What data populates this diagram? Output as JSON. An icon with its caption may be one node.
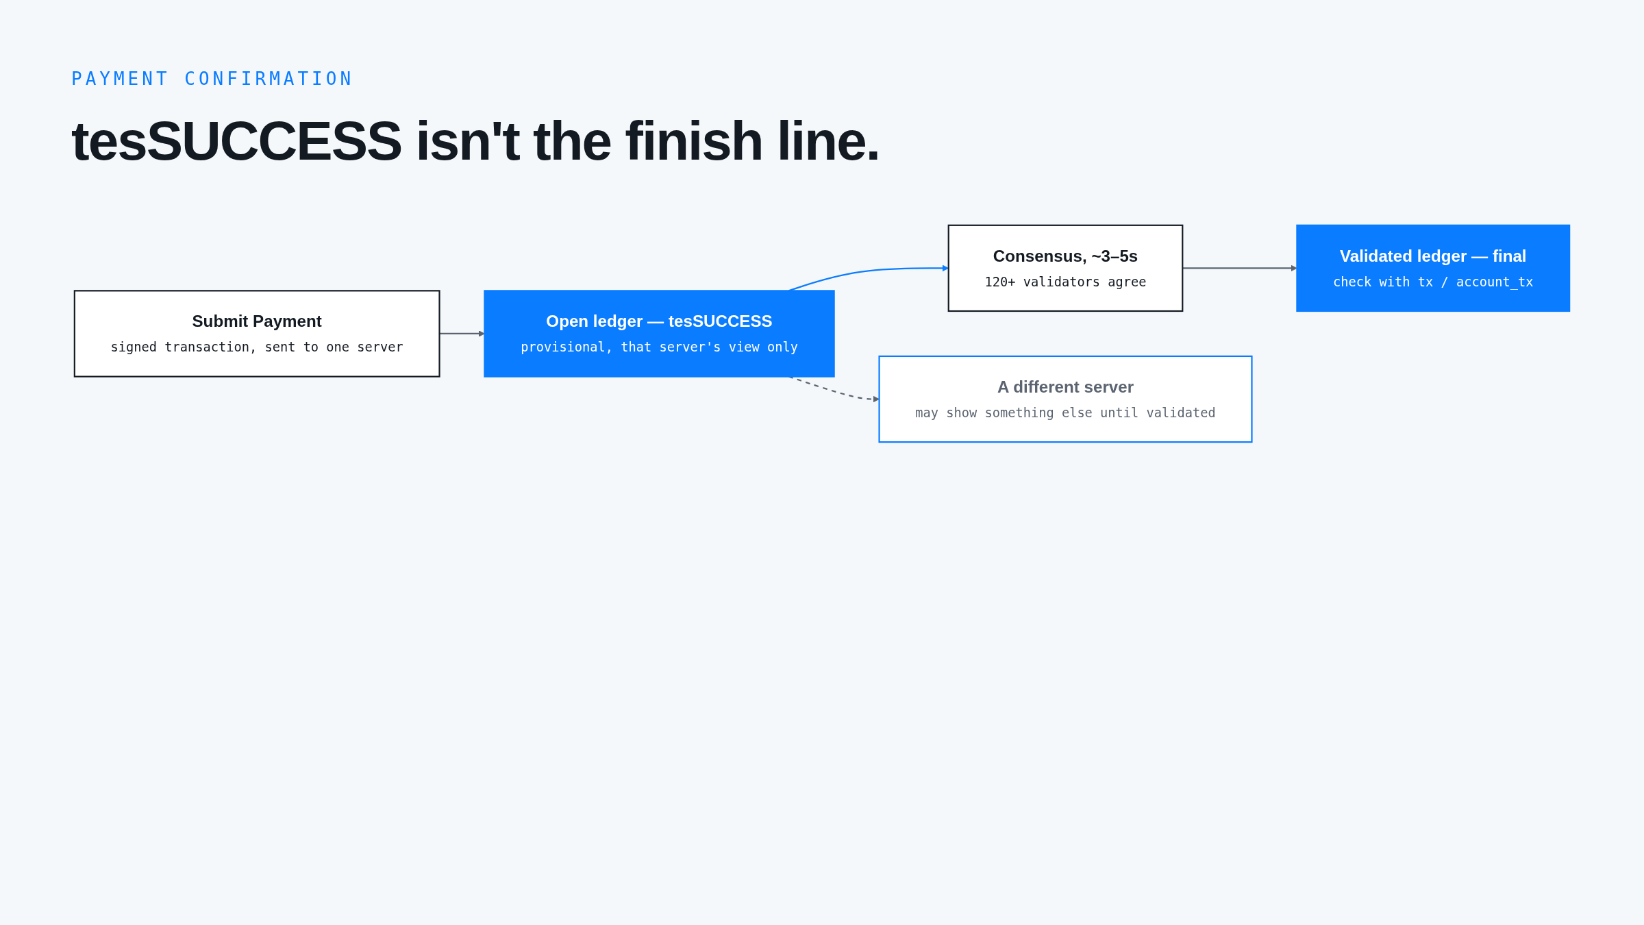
{
  "diagram": {
    "title": "tesSUCCESS isn't the finish line.",
    "nodes": [
      {
        "text": [
          "Submit Payment",
          "signed transaction, sent to one server"
        ]
      },
      {
        "text": [
          "Open ledger — tesSUCCESS",
          "provisional, that server's view only"
        ]
      },
      {
        "text": [
          "Consensus, ~3–5s",
          "120+ validators agree"
        ]
      },
      {
        "text": [
          "Validated ledger — final",
          "check with tx / account_tx"
        ]
      },
      {
        "text": [
          "A different server",
          "may show something else until validated"
        ]
      }
    ],
    "edges": [
      {
        "from": 0,
        "to": 1,
        "arrow": "to"
      },
      {
        "from": 1,
        "to": 2,
        "arrow": "to",
        "color": "#0a7cff"
      },
      {
        "from": 2,
        "to": 3,
        "arrow": "to"
      },
      {
        "from": 1,
        "to": 4,
        "arrow": "to",
        "style": "dashed"
      }
    ],
    "labels": [
      "PAYMENT CONFIRMATION"
    ]
  }
}
